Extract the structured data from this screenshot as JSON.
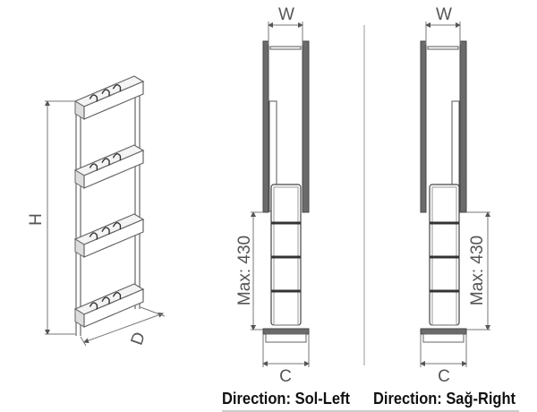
{
  "labels": {
    "width": "W",
    "height": "H",
    "depth": "D",
    "cabinet_width": "C",
    "max_extension": "Max: 430"
  },
  "views": [
    {
      "direction": "Direction: Sol-Left"
    },
    {
      "direction": "Direction: Sağ-Right"
    }
  ],
  "colors": {
    "panel": "#6b6b6b",
    "line": "#777777",
    "text": "#111111"
  }
}
